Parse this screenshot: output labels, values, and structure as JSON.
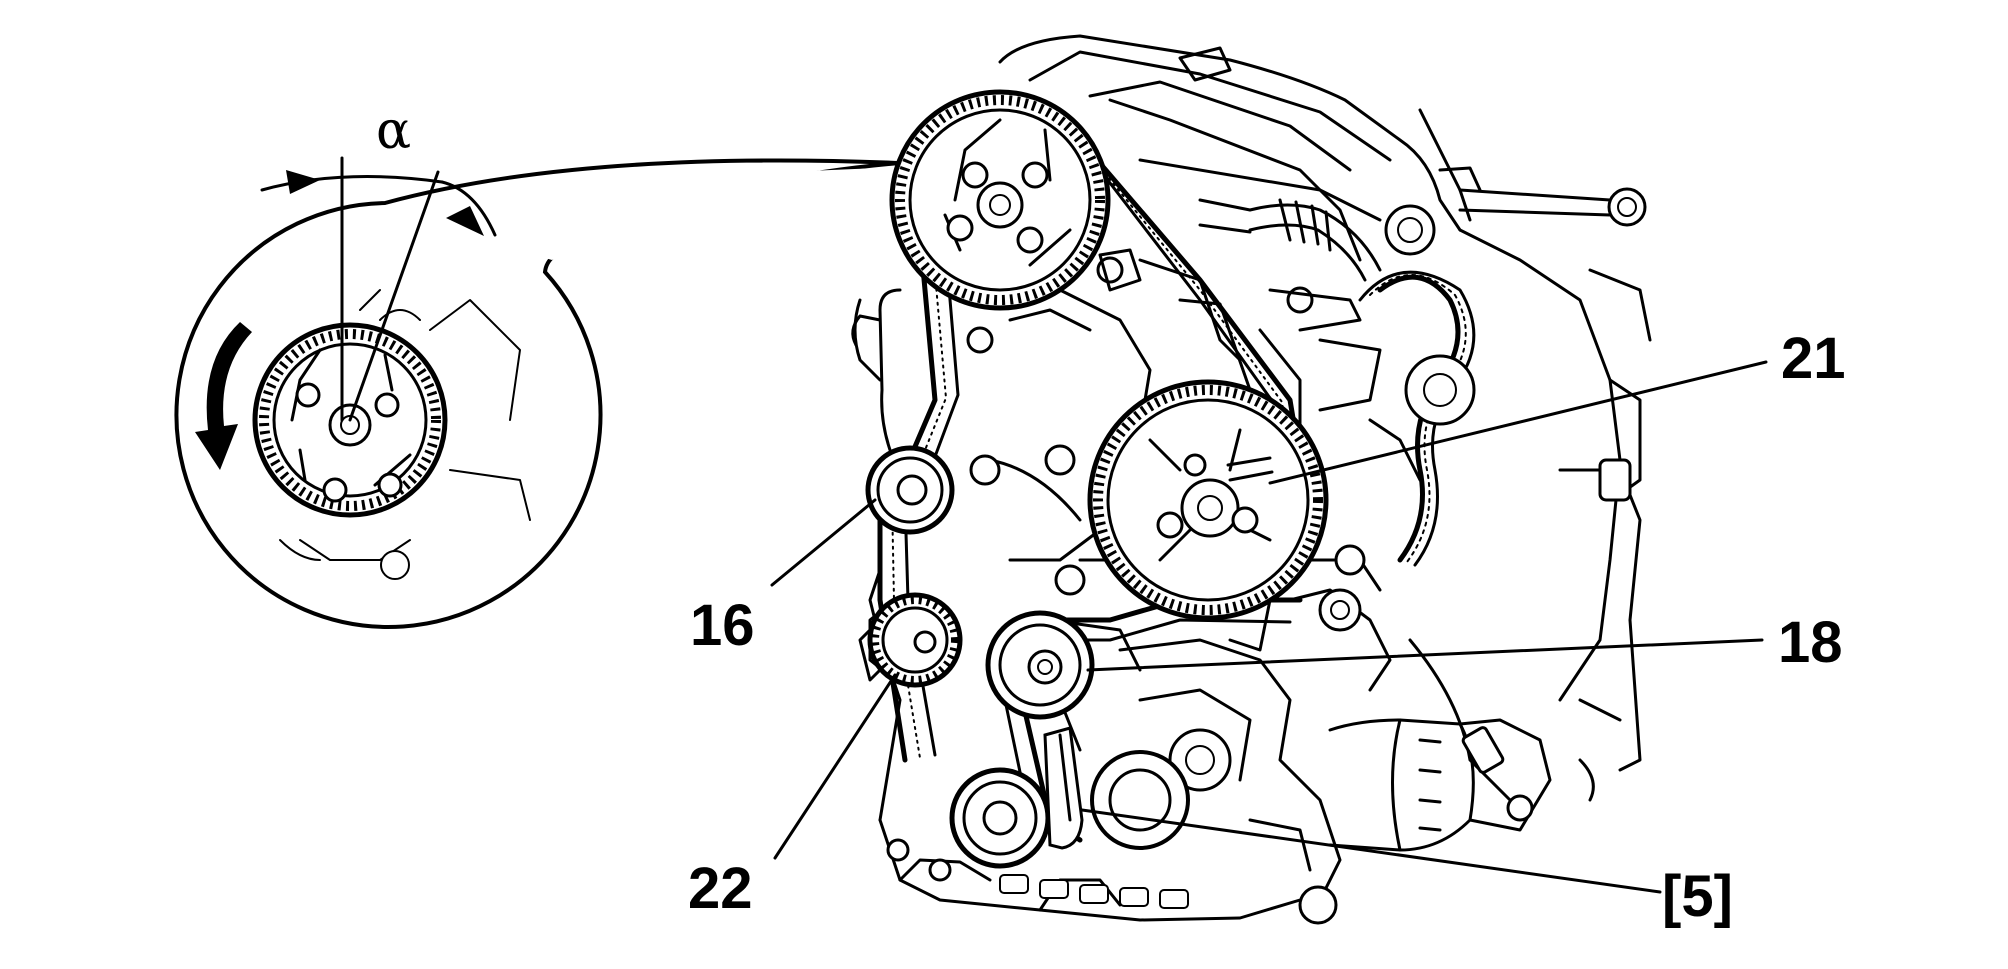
{
  "angle_symbol": "α",
  "callouts": {
    "c16": "16",
    "c18": "18",
    "c21": "21",
    "c22": "22",
    "c5": "[5]"
  },
  "colors": {
    "line": "#000000",
    "background": "#ffffff"
  },
  "icons": {
    "rotation_arrow": "curved-arrow-counterclockwise-icon"
  }
}
